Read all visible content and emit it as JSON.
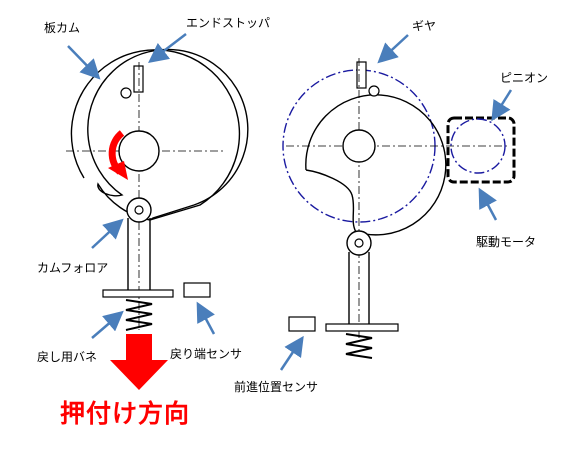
{
  "labels": {
    "cam_plate": "板カム",
    "end_stopper": "エンドストッパ",
    "cam_follower": "カムフォロア",
    "return_spring": "戻し用バネ",
    "return_sensor": "戻り端センサ",
    "gear": "ギヤ",
    "pinion": "ピニオン",
    "drive_motor": "駆動モータ",
    "forward_sensor": "前進位置センサ"
  },
  "direction_text": "押付け方向",
  "colors": {
    "line": "#000000",
    "arrow": "#4a7ebb",
    "red": "#ff0000",
    "gear_outline": "#1a1aa0"
  }
}
